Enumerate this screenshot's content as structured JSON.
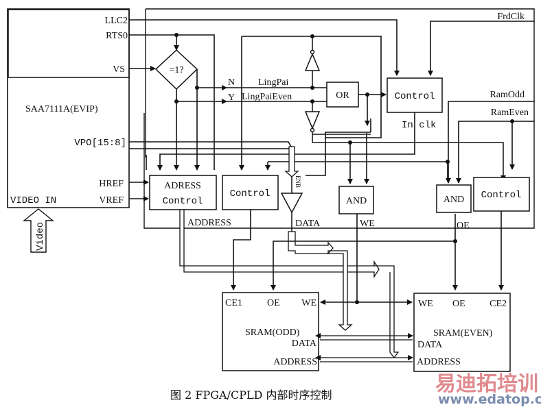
{
  "chip": {
    "name": "SAA7111A(EVIP)",
    "pins": {
      "llc2": "LLC2",
      "rtso": "RTS0",
      "vs": "VS",
      "vpo": "VPO[15:8]",
      "href": "HREF",
      "vref": "VREF",
      "video_in": "VIDEO IN"
    },
    "video_arrow": "Video"
  },
  "decision": {
    "label": "=1?",
    "no": "N",
    "yes": "Y"
  },
  "signals": {
    "lingpai": "LingPai",
    "lingpai_even": "LingPaiEven",
    "frdclk": "FrdClk",
    "ramodd": "RamOdd",
    "rameven": "RamEven",
    "inclk": "In clk",
    "address": "ADDRESS",
    "data": "DATA",
    "we": "WE",
    "oe": "OE",
    "enb": "ENB"
  },
  "blocks": {
    "or": "OR",
    "control_top": "Control",
    "address_control_1": "ADRESS",
    "address_control_2": "Control",
    "control_mid": "Control",
    "and1": "AND",
    "and2": "AND",
    "control_right": "Control"
  },
  "sram_odd": {
    "title": "SRAM(ODD)",
    "ce": "CE1",
    "oe": "OE",
    "we": "WE",
    "data": "DATA",
    "address": "ADDRESS"
  },
  "sram_even": {
    "title": "SRAM(EVEN)",
    "ce": "CE2",
    "oe": "OE",
    "we": "WE",
    "data": "DATA",
    "address": "ADDRESS"
  },
  "caption": "图 2 FPGA/CPLD 内部时序控制",
  "watermark": {
    "cn": "易迪拓培训",
    "url": "www.edatop.com",
    "color_cn_left": "#e08a8f",
    "color_cn_right": "#8aa0c8"
  }
}
